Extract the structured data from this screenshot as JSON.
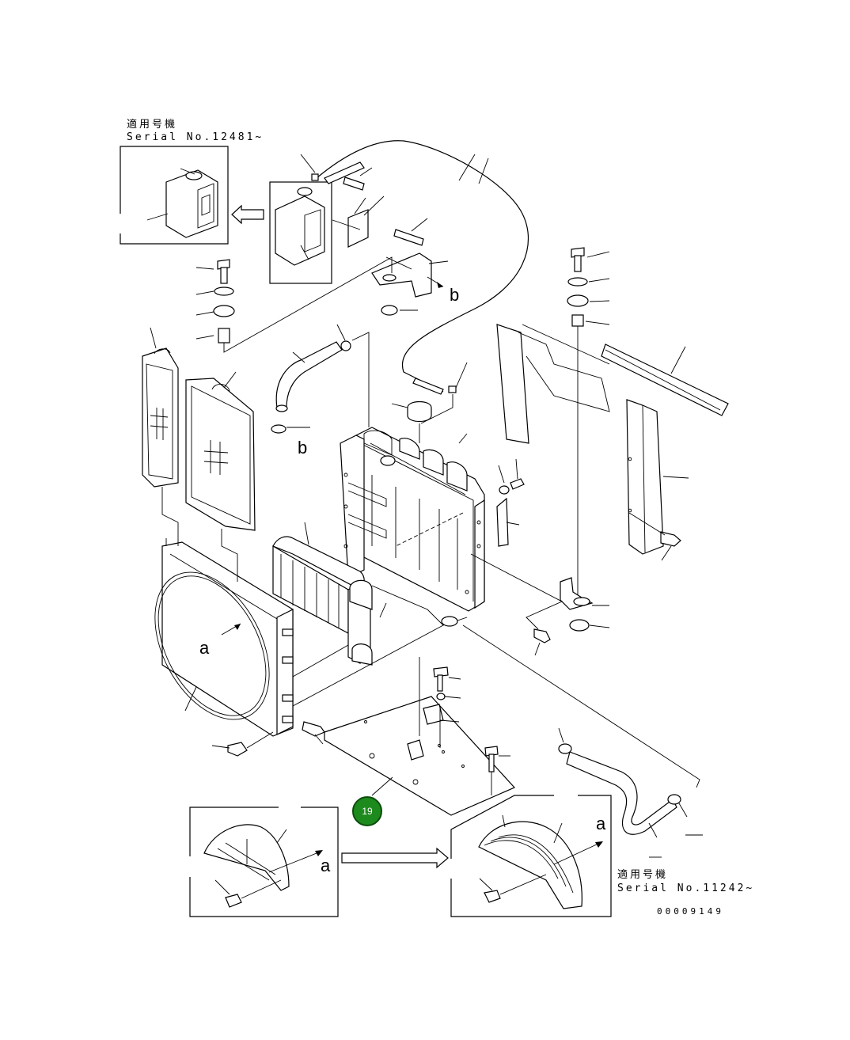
{
  "notes": {
    "top_left": {
      "line1": "適用号機",
      "line2": "Serial No.12481~"
    },
    "bottom_right": {
      "line1": "適用号機",
      "line2": "Serial No.11242~"
    }
  },
  "refs": {
    "a": "a",
    "b": "b"
  },
  "doc_number": "00009149",
  "callout_badge": {
    "label": "19",
    "color": "#1d8a1d"
  }
}
